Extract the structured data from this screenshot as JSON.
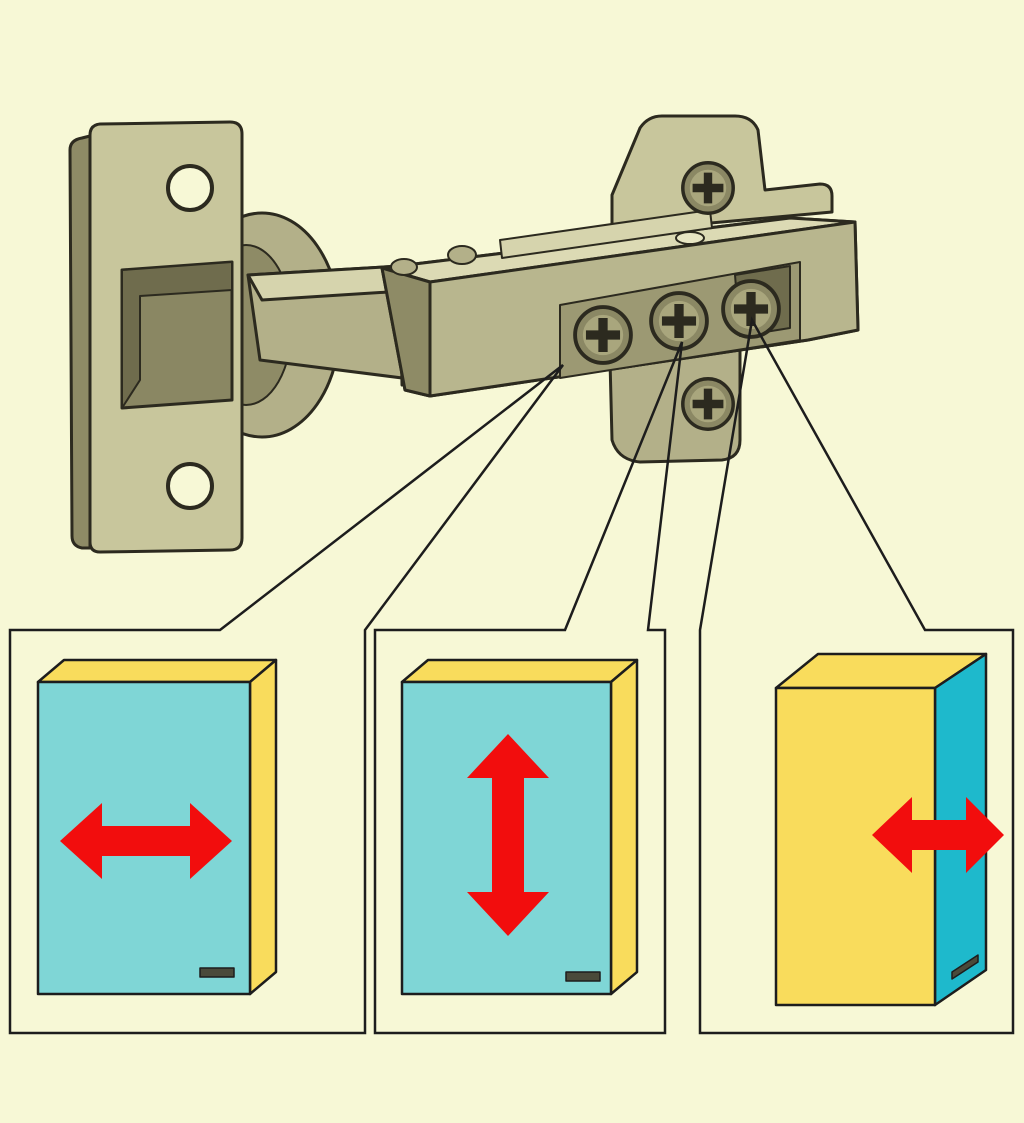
{
  "diagram": {
    "subject": "concealed-cabinet-hinge",
    "palette": {
      "background": "#f7f8d6",
      "metal": "#b8b68e",
      "metal_light": "#d6d4ad",
      "metal_dark": "#7f7c5a",
      "outline": "#2c2a1f",
      "door_blue": "#7fd6d6",
      "door_blue_dark": "#1eb9cc",
      "door_yellow": "#f9dc5c",
      "arrow": "#f20d0d"
    },
    "screws": [
      {
        "name": "side-adjustment-screw",
        "adjusts": "side-to-side"
      },
      {
        "name": "height-adjustment-screw",
        "adjusts": "up-and-down"
      },
      {
        "name": "depth-adjustment-screw",
        "adjusts": "in-and-out"
      }
    ],
    "panels": [
      {
        "name": "panel-side-adjustment",
        "icon": "horizontal-double-arrow-icon"
      },
      {
        "name": "panel-height-adjustment",
        "icon": "vertical-double-arrow-icon"
      },
      {
        "name": "panel-depth-adjustment",
        "icon": "depth-double-arrow-icon"
      }
    ]
  }
}
